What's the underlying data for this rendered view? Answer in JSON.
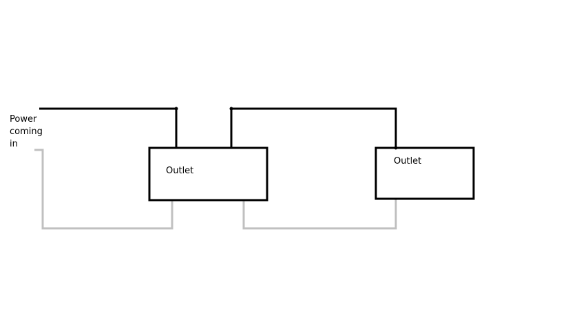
{
  "power_label": [
    "Power",
    "coming",
    "in"
  ],
  "outlet1": {
    "label": "Outlet"
  },
  "outlet2": {
    "label": "Outlet"
  },
  "colors": {
    "hot_wire": "#000000",
    "neutral_wire": "#c0c0c0",
    "box_border": "#000000"
  }
}
